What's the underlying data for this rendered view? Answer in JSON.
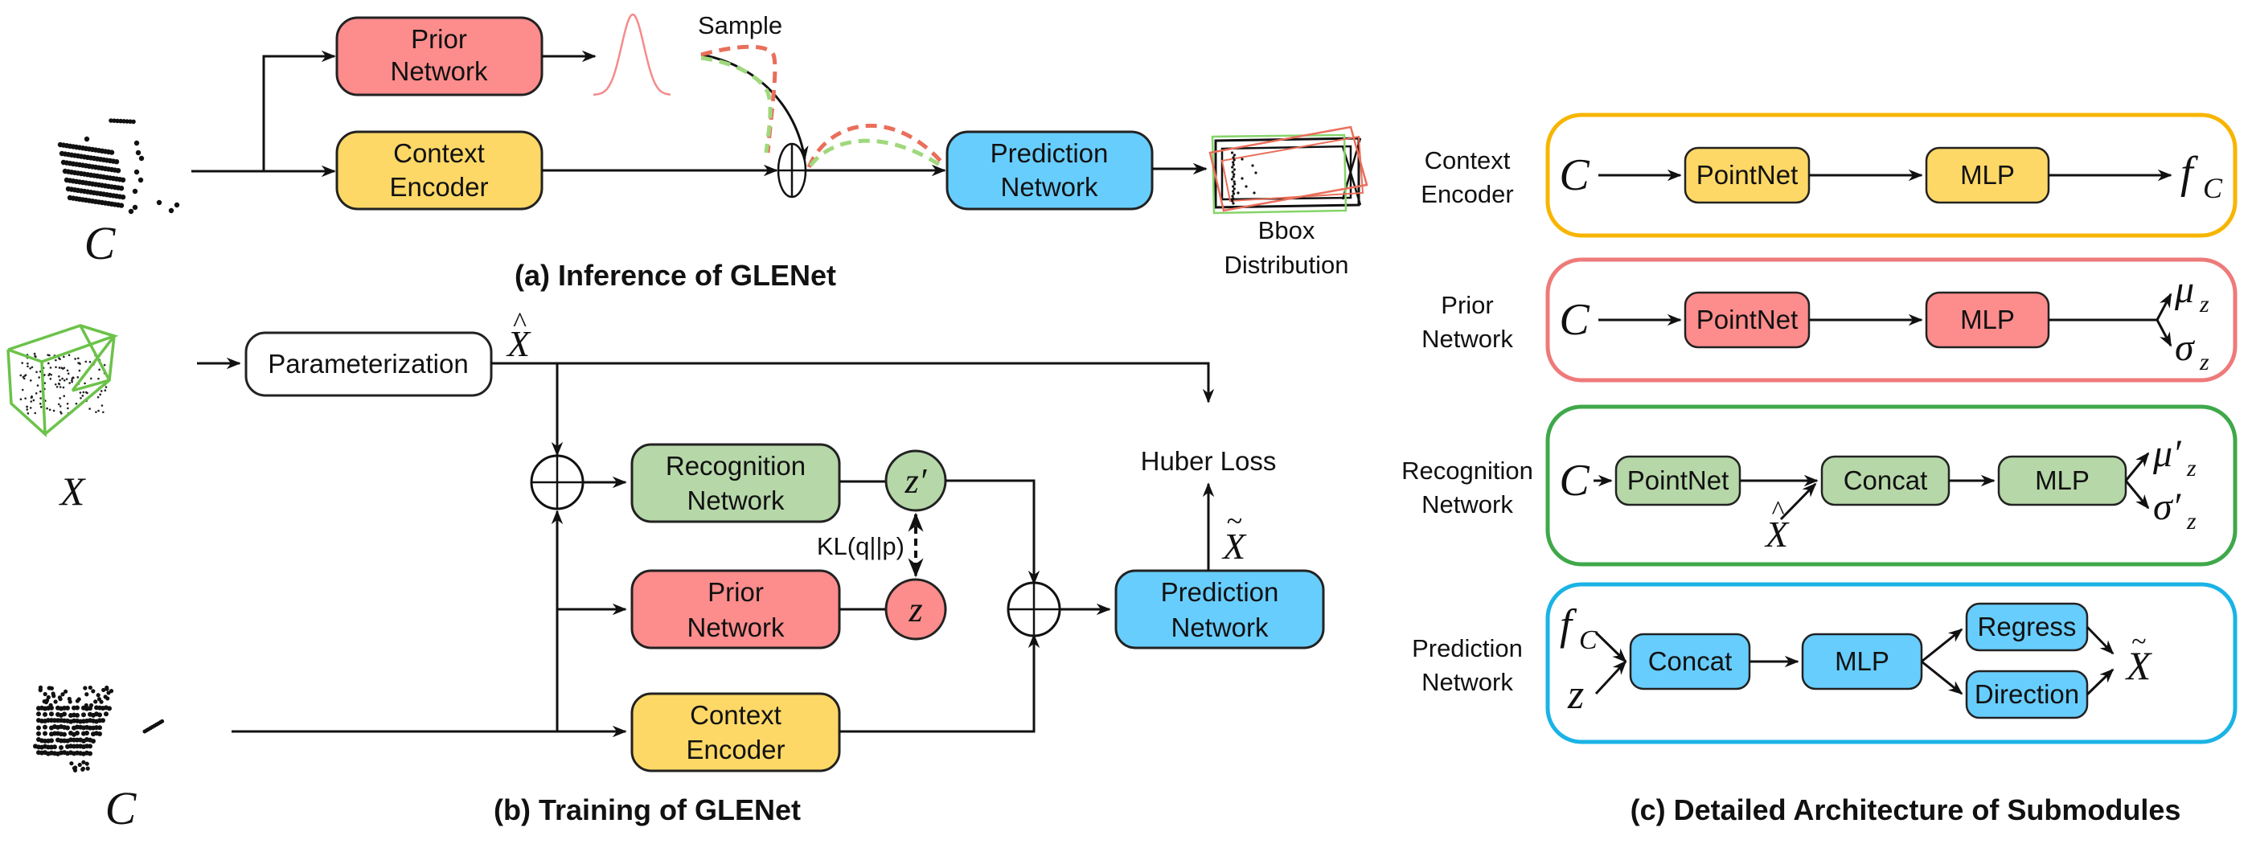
{
  "colors": {
    "prior": "#fd8c8c",
    "context": "#fdd866",
    "recognition": "#b6d7a8",
    "prediction": "#67cdfd",
    "parameterization": "#ffffff",
    "panel_context": "#f7b500",
    "panel_prior": "#ee7a7a",
    "panel_recognition": "#3fa84a",
    "panel_prediction": "#1ab3e6",
    "sample_red": "#ea6e5a",
    "sample_green": "#9fd87d",
    "gauss": "#f48b8b",
    "bbox_green": "#86d46a"
  },
  "panel_a": {
    "caption": "(a) Inference of GLENet",
    "input_label": "C",
    "prior_box": [
      "Prior",
      "Network"
    ],
    "context_box": [
      "Context",
      "Encoder"
    ],
    "prediction_box": [
      "Prediction",
      "Network"
    ],
    "sample_label": "Sample",
    "output_label": [
      "Bbox",
      "Distribution"
    ]
  },
  "panel_b": {
    "caption": "(b) Training of GLENet",
    "gt_label": "X",
    "context_label": "C",
    "param_box": "Parameterization",
    "x_hat": "X",
    "recognition_box": [
      "Recognition",
      "Network"
    ],
    "prior_box": [
      "Prior",
      "Network"
    ],
    "context_box": [
      "Context",
      "Encoder"
    ],
    "prediction_box": [
      "Prediction",
      "Network"
    ],
    "z_prime": "z′",
    "z": "z",
    "kl_label": "KL(q||p)",
    "huber_label": "Huber Loss",
    "x_tilde": "X"
  },
  "panel_c": {
    "caption": "(c) Detailed Architecture of Submodules",
    "modules": [
      {
        "name": [
          "Context",
          "Encoder"
        ],
        "input": "C",
        "blocks": [
          "PointNet",
          "MLP"
        ],
        "output": "f",
        "output_sub": "C"
      },
      {
        "name": [
          "Prior",
          "Network"
        ],
        "input": "C",
        "blocks": [
          "PointNet",
          "MLP"
        ],
        "outputs": [
          [
            "μ",
            "z"
          ],
          [
            "σ",
            "z"
          ]
        ]
      },
      {
        "name": [
          "Recognition",
          "Network"
        ],
        "input": "C",
        "side_input": "X",
        "blocks": [
          "PointNet",
          "Concat",
          "MLP"
        ],
        "outputs": [
          [
            "μ′",
            "z"
          ],
          [
            "σ′",
            "z"
          ]
        ]
      },
      {
        "name": [
          "Prediction",
          "Network"
        ],
        "inputs": [
          [
            "f",
            "C"
          ],
          [
            "z",
            ""
          ]
        ],
        "blocks": [
          "Concat",
          "MLP"
        ],
        "heads": [
          "Regress",
          "Direction"
        ],
        "output": "X"
      }
    ]
  }
}
